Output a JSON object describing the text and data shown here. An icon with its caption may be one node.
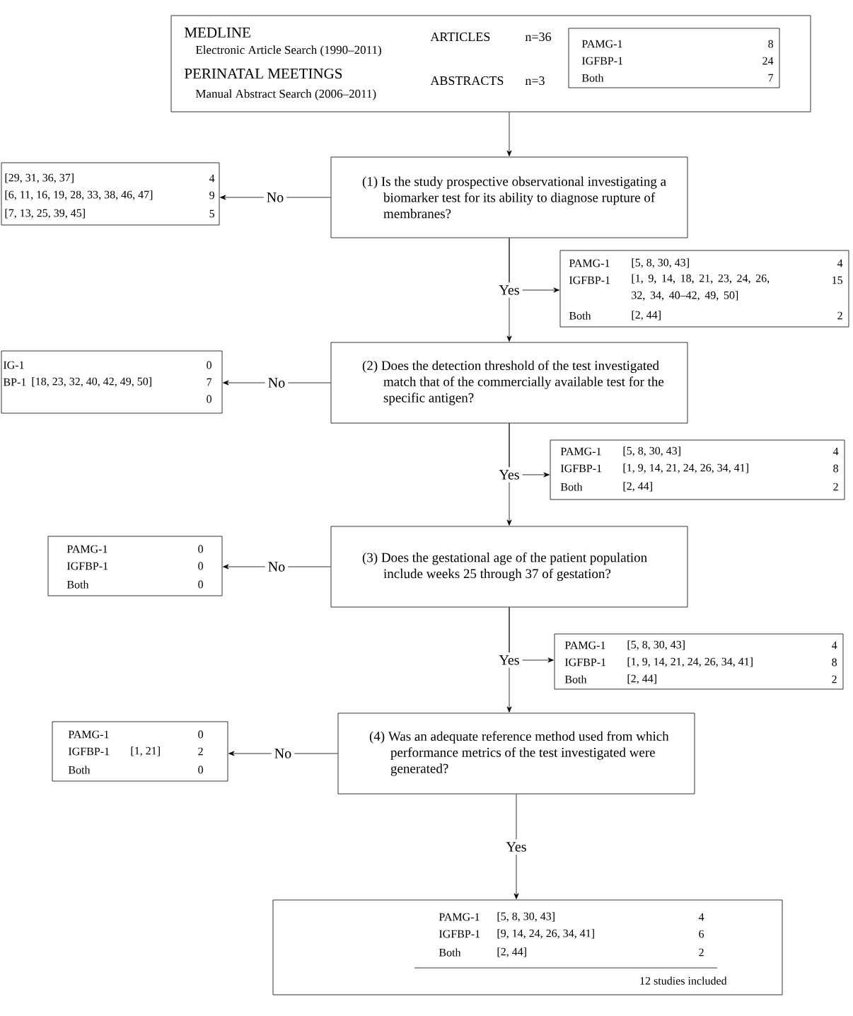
{
  "diagram": {
    "nodes": [
      {
        "text": [
          "MEDLINE",
          "Electronic Article Search (1990–2011)",
          "PERINATAL MEETINGS",
          "Manual Abstract Search (2006–2011)",
          "ARTICLES",
          "n=36",
          "ABSTRACTS",
          "n=3"
        ]
      },
      {
        "text": [
          "PAMG-1",
          "8",
          "IGFBP-1",
          "24",
          "Both",
          "7"
        ],
        "in": 0
      },
      {
        "text": [
          "(1) Is the study prospective observational investigating a biomarker test for its ability to diagnose rupture of membranes?"
        ]
      },
      {
        "text": [
          "[29, 31, 36, 37]",
          "4",
          "[6, 11, 16, 19, 28, 33, 38, 46, 47]",
          "9",
          "[7, 13, 25, 39, 45]",
          "5"
        ]
      },
      {
        "text": [
          "PAMG-1",
          "[5, 8, 30, 43]",
          "4",
          "IGFBP-1",
          "[1, 9, 14, 18, 21, 23, 24, 26, 32, 34, 40–42, 49, 50]",
          "15",
          "Both",
          "[2, 44]",
          "2"
        ]
      },
      {
        "text": [
          "(2) Does the detection threshold of the test investigated match that of the commercially available test for the specific antigen?"
        ]
      },
      {
        "text": [
          "IG-1",
          "0",
          "BP-1",
          "[18, 23, 32, 40, 42, 49, 50]",
          "7",
          "0"
        ]
      },
      {
        "text": [
          "PAMG-1",
          "[5, 8, 30, 43]",
          "4",
          "IGFBP-1",
          "[1, 9, 14, 21, 24, 26, 34, 41]",
          "8",
          "Both",
          "[2, 44]",
          "2"
        ]
      },
      {
        "text": [
          "(3) Does the gestational age of the patient population include weeks 25 through 37 of gestation?"
        ]
      },
      {
        "text": [
          "PAMG-1",
          "0",
          "IGFBP-1",
          "0",
          "Both",
          "0"
        ]
      },
      {
        "text": [
          "PAMG-1",
          "[5, 8, 30, 43]",
          "4",
          "IGFBP-1",
          "[1, 9, 14, 21, 24, 26, 34, 41]",
          "8",
          "Both",
          "[2, 44]",
          "2"
        ]
      },
      {
        "text": [
          "(4) Was an adequate reference method used from which performance metrics of the test investigated were generated?"
        ]
      },
      {
        "text": [
          "PAMG-1",
          "0",
          "IGFBP-1",
          "[1, 21]",
          "2",
          "Both",
          "0"
        ]
      },
      {
        "text": [
          "PAMG-1",
          "[5, 8, 30, 43]",
          "4",
          "IGFBP-1",
          "[9, 14, 24, 26, 34, 41]",
          "6",
          "Both",
          "[2, 44]",
          "2",
          "12 studies included"
        ]
      }
    ],
    "edges": [
      {
        "from": 0,
        "to": 2,
        "arrow": "to"
      },
      {
        "from": 2,
        "to": 3,
        "arrow": "to",
        "label": "No"
      },
      {
        "from": 2,
        "to": 4,
        "arrow": "to"
      },
      {
        "from": 2,
        "to": 5,
        "arrow": "to",
        "label": "Yes"
      },
      {
        "from": 5,
        "to": 6,
        "arrow": "to",
        "label": "No"
      },
      {
        "from": 5,
        "to": 7,
        "arrow": "to"
      },
      {
        "from": 5,
        "to": 8,
        "arrow": "to",
        "label": "Yes"
      },
      {
        "from": 8,
        "to": 9,
        "arrow": "to",
        "label": "No"
      },
      {
        "from": 8,
        "to": 10,
        "arrow": "to"
      },
      {
        "from": 8,
        "to": 11,
        "arrow": "to",
        "label": "Yes"
      },
      {
        "from": 11,
        "to": 12,
        "arrow": "to",
        "label": "No"
      },
      {
        "from": 11,
        "to": 13,
        "arrow": "to",
        "label": "Yes"
      }
    ]
  }
}
